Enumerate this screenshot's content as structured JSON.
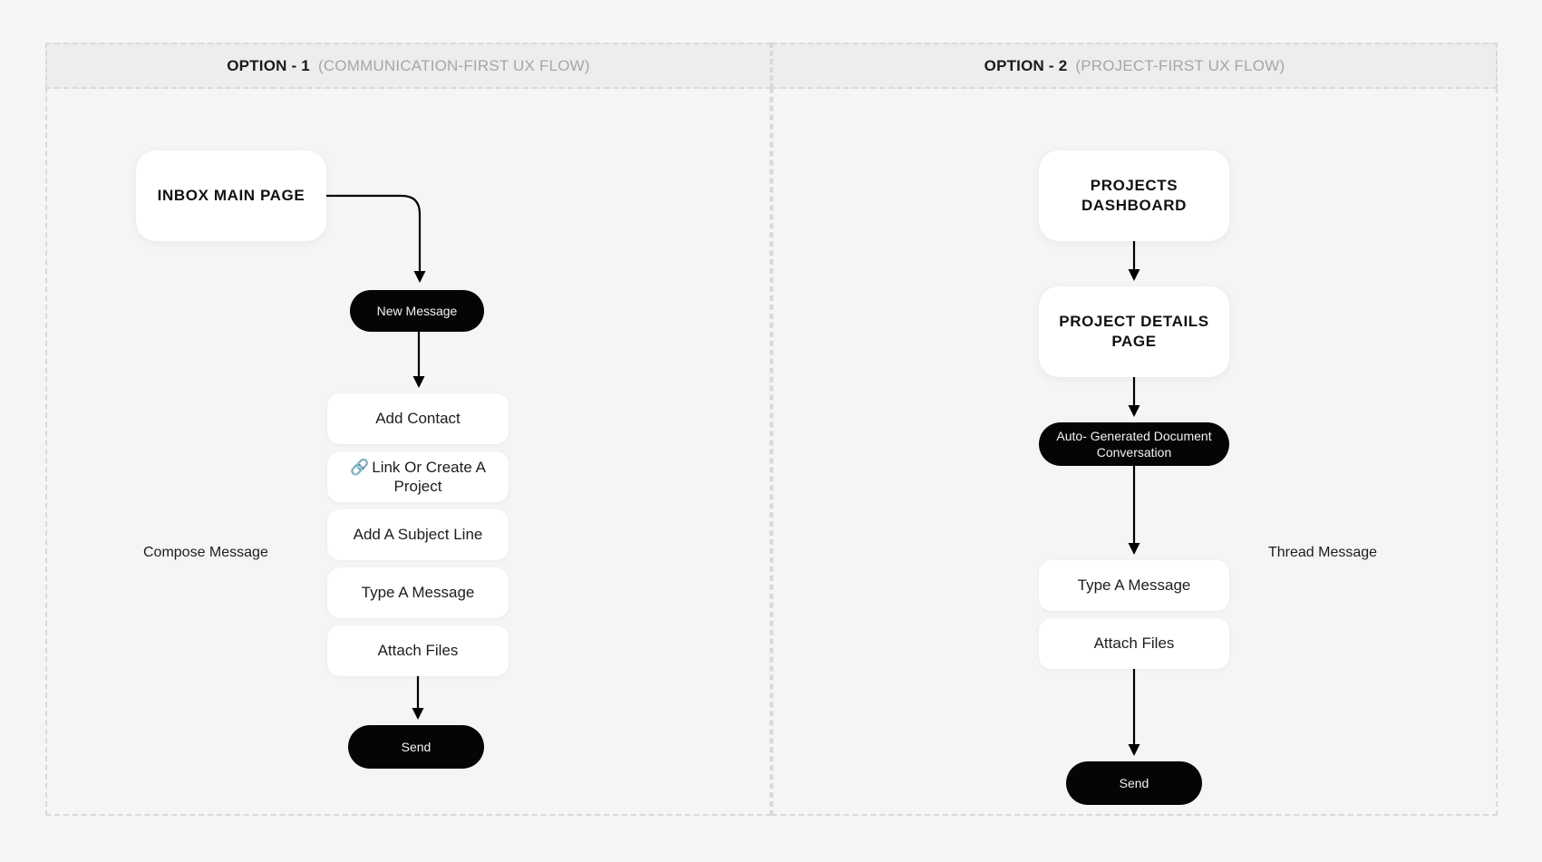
{
  "panels": [
    {
      "id": "left",
      "title_strong": "OPTION - 1",
      "title_sub": "(COMMUNICATION-FIRST UX FLOW)",
      "group_label": "Compose Message"
    },
    {
      "id": "right",
      "title_strong": "OPTION - 2",
      "title_sub": "(PROJECT-FIRST UX FLOW)",
      "group_label": "Thread Message"
    }
  ],
  "flow_left": {
    "inbox_main_page": "INBOX MAIN PAGE",
    "new_message": "New Message",
    "add_contact": "Add Contact",
    "link_project_icon": "🔗",
    "link_project": "Link Or Create A Project",
    "subject_line": "Add A Subject Line",
    "type_message": "Type A Message",
    "attach_files": "Attach Files",
    "send": "Send"
  },
  "flow_right": {
    "projects_dashboard": "PROJECTS DASHBOARD",
    "project_details_page": "PROJECT DETAILS PAGE",
    "auto_generated": "Auto- Generated Document Conversation",
    "type_message": "Type A Message",
    "attach_files": "Attach Files",
    "send": "Send"
  },
  "colors": {
    "page_background": "#f5f5f4",
    "panel_header_fill": "#ededec",
    "dashed_border": "#d9d9d9",
    "card_fill": "#ffffff",
    "pill_fill": "#050505",
    "pill_text": "#f2f2f2",
    "title_strong": "#1a1a1a",
    "title_sub": "#a6a6a6",
    "connector": "#000000"
  }
}
